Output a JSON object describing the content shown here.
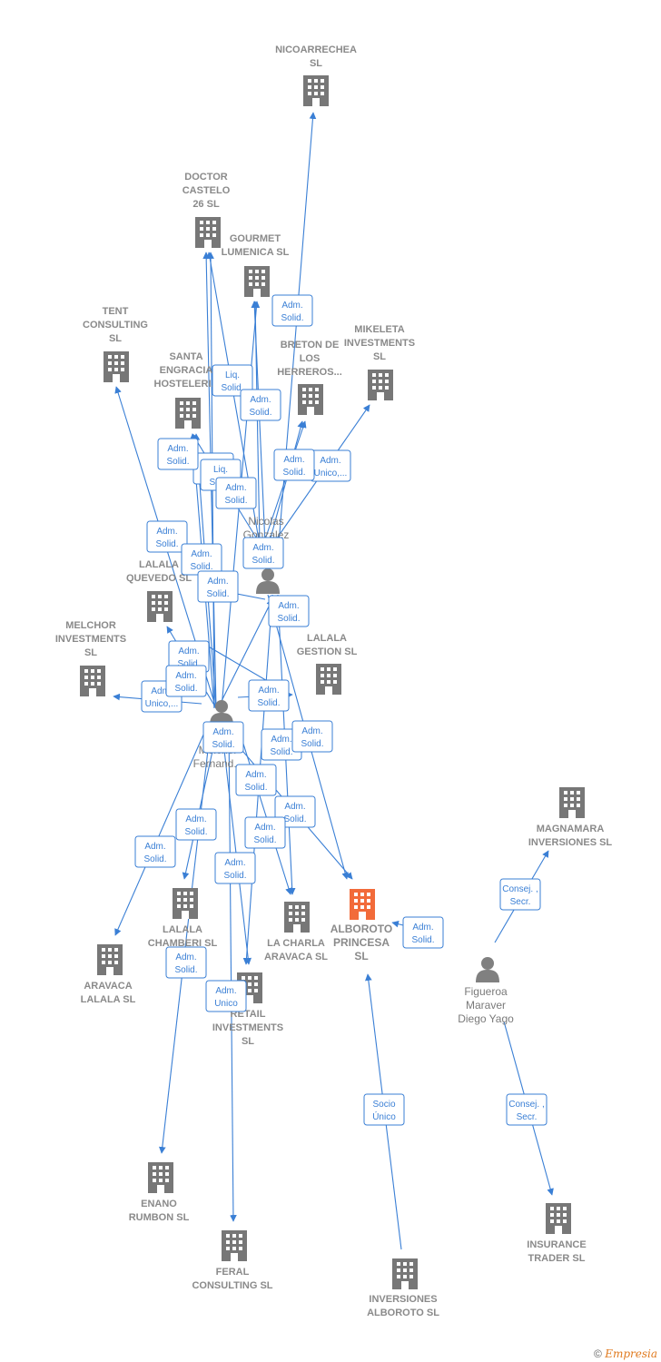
{
  "colors": {
    "edge": "#3a7fd5",
    "building": "#777777",
    "focus": "#f26b3a",
    "person": "#808080"
  },
  "companies": [
    {
      "id": "nicoarrechea",
      "lines": [
        "NICOARRECHEA",
        "SL"
      ]
    },
    {
      "id": "doctor",
      "lines": [
        "DOCTOR",
        "CASTELO",
        "26  SL"
      ]
    },
    {
      "id": "gourmet",
      "lines": [
        "GOURMET",
        "LUMENICA  SL"
      ]
    },
    {
      "id": "tent",
      "lines": [
        "TENT",
        "CONSULTING",
        "SL"
      ]
    },
    {
      "id": "mikeleta",
      "lines": [
        "MIKELETA",
        "INVESTMENTS",
        "SL"
      ]
    },
    {
      "id": "breton",
      "lines": [
        "BRETON DE",
        "LOS",
        "HERREROS..."
      ]
    },
    {
      "id": "santa",
      "lines": [
        "SANTA",
        "ENGRACIA",
        "HOSTELERIA"
      ]
    },
    {
      "id": "lalala_quevedo",
      "lines": [
        "LALALA",
        "QUEVEDO  SL"
      ]
    },
    {
      "id": "melchor",
      "lines": [
        "MELCHOR",
        "INVESTMENTS",
        "SL"
      ]
    },
    {
      "id": "lalala_gestion",
      "lines": [
        "LALALA",
        "GESTION  SL"
      ]
    },
    {
      "id": "magnamara",
      "lines": [
        "MAGNAMARA",
        "INVERSIONES  SL"
      ]
    },
    {
      "id": "alboroto",
      "lines": [
        "ALBOROTO",
        "PRINCESA",
        "SL"
      ],
      "focus": true
    },
    {
      "id": "la_charla",
      "lines": [
        "LA CHARLA",
        "ARAVACA  SL"
      ]
    },
    {
      "id": "lalala_chamberi",
      "lines": [
        "LALALA",
        "CHAMBERI  SL"
      ]
    },
    {
      "id": "aravaca",
      "lines": [
        "ARAVACA",
        "LALALA  SL"
      ]
    },
    {
      "id": "retail",
      "lines": [
        "RETAIL",
        "INVESTMENTS",
        "SL"
      ]
    },
    {
      "id": "enano",
      "lines": [
        "ENANO",
        "RUMBON  SL"
      ]
    },
    {
      "id": "feral",
      "lines": [
        "FERAL",
        "CONSULTING SL"
      ]
    },
    {
      "id": "inversiones",
      "lines": [
        "INVERSIONES",
        "ALBOROTO  SL"
      ]
    },
    {
      "id": "insurance",
      "lines": [
        "INSURANCE",
        "TRADER SL"
      ]
    }
  ],
  "persons": [
    {
      "id": "nicolas",
      "lines": [
        "Nicolas",
        "Gonzalez"
      ]
    },
    {
      "id": "melchor_p",
      "lines": [
        "C...",
        "Melchor",
        "Fernand..."
      ]
    },
    {
      "id": "figueroa",
      "lines": [
        "Figueroa",
        "Maraver",
        "Diego Yago"
      ]
    }
  ],
  "tags": [
    {
      "id": "t1",
      "lines": [
        "Adm.",
        "Solid."
      ]
    },
    {
      "id": "t2",
      "lines": [
        "Liq.",
        "Solid."
      ]
    },
    {
      "id": "t3",
      "lines": [
        "Adm.",
        "Solid."
      ]
    },
    {
      "id": "t4",
      "lines": [
        "Adm.",
        "Solid."
      ]
    },
    {
      "id": "t5",
      "lines": [
        "Adm.",
        "Unico,..."
      ]
    },
    {
      "id": "t6",
      "lines": [
        "Liq.",
        "Solid."
      ]
    },
    {
      "id": "t7",
      "lines": [
        "Adm.",
        "Solid."
      ]
    },
    {
      "id": "t8",
      "lines": [
        "Adm.",
        "Solid."
      ]
    },
    {
      "id": "t9",
      "lines": [
        "Adm.",
        "Solid."
      ]
    },
    {
      "id": "t10",
      "lines": [
        "Adm.",
        "Solid."
      ]
    },
    {
      "id": "t11",
      "lines": [
        "Adm.",
        "Solid."
      ]
    },
    {
      "id": "t12",
      "lines": [
        "Adm.",
        "Solid."
      ]
    },
    {
      "id": "t13",
      "lines": [
        "Adm.",
        "Solid."
      ]
    },
    {
      "id": "t14",
      "lines": [
        "Adm.",
        "Unico,..."
      ]
    },
    {
      "id": "t15",
      "lines": [
        "Adm.",
        "Solid."
      ]
    },
    {
      "id": "t16",
      "lines": [
        "Adm.",
        "Solid."
      ]
    },
    {
      "id": "t17",
      "lines": [
        "Adm.",
        "Solid."
      ]
    },
    {
      "id": "t18",
      "lines": [
        "Adm.",
        "Solid."
      ]
    },
    {
      "id": "t19",
      "lines": [
        "Adm.",
        "Solid."
      ]
    },
    {
      "id": "t20",
      "lines": [
        "Adm.",
        "Solid."
      ]
    },
    {
      "id": "t21",
      "lines": [
        "Adm.",
        "Solid."
      ]
    },
    {
      "id": "t22",
      "lines": [
        "Adm.",
        "Solid."
      ]
    },
    {
      "id": "t23",
      "lines": [
        "Adm.",
        "Solid."
      ]
    },
    {
      "id": "t24",
      "lines": [
        "Adm.",
        "Solid."
      ]
    },
    {
      "id": "t25",
      "lines": [
        "Adm.",
        "Solid."
      ]
    },
    {
      "id": "t26",
      "lines": [
        "Adm.",
        "Solid."
      ]
    },
    {
      "id": "t27",
      "lines": [
        "Adm.",
        "Unico"
      ]
    },
    {
      "id": "t28",
      "lines": [
        "Consej. ,",
        "Secr."
      ]
    },
    {
      "id": "t29",
      "lines": [
        "Adm.",
        "Solid."
      ]
    },
    {
      "id": "t30",
      "lines": [
        "Socio",
        "Único"
      ]
    },
    {
      "id": "t31",
      "lines": [
        "Consej. ,",
        "Secr."
      ]
    },
    {
      "id": "t32",
      "lines": [
        "Adm.",
        "Solid."
      ]
    },
    {
      "id": "t33",
      "lines": [
        "Adm.",
        "Solid."
      ]
    }
  ],
  "footer": {
    "copyright": "©",
    "brand": "Empresia"
  }
}
